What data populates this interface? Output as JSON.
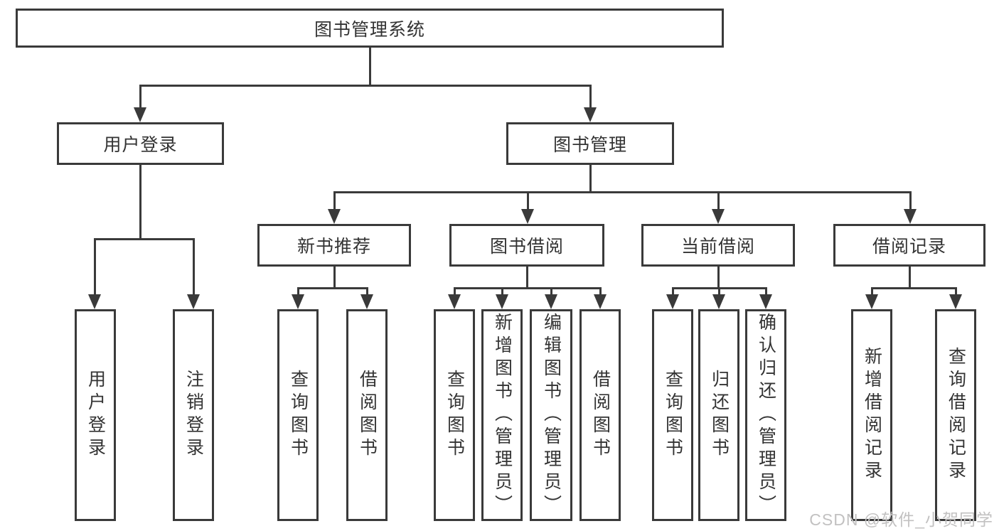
{
  "diagram": {
    "line_color": "#3a3a3a",
    "root_label": "图书管理系统",
    "user_login": {
      "label": "用户登录",
      "children": [
        "用户登录",
        "注销登录"
      ]
    },
    "book_mgmt": {
      "label": "图书管理",
      "modules": [
        {
          "label": "新书推荐",
          "children": [
            "查询图书",
            "借阅图书"
          ]
        },
        {
          "label": "图书借阅",
          "children": [
            "查询图书",
            "新增图书（管理员）",
            "编辑图书（管理员）",
            "借阅图书"
          ]
        },
        {
          "label": "当前借阅",
          "children": [
            "查询图书",
            "归还图书",
            "确认归还（管理员）"
          ]
        },
        {
          "label": "借阅记录",
          "children": [
            "新增借阅记录",
            "查询借阅记录"
          ]
        }
      ]
    }
  },
  "watermark": "CSDN @软件_小贺同学"
}
